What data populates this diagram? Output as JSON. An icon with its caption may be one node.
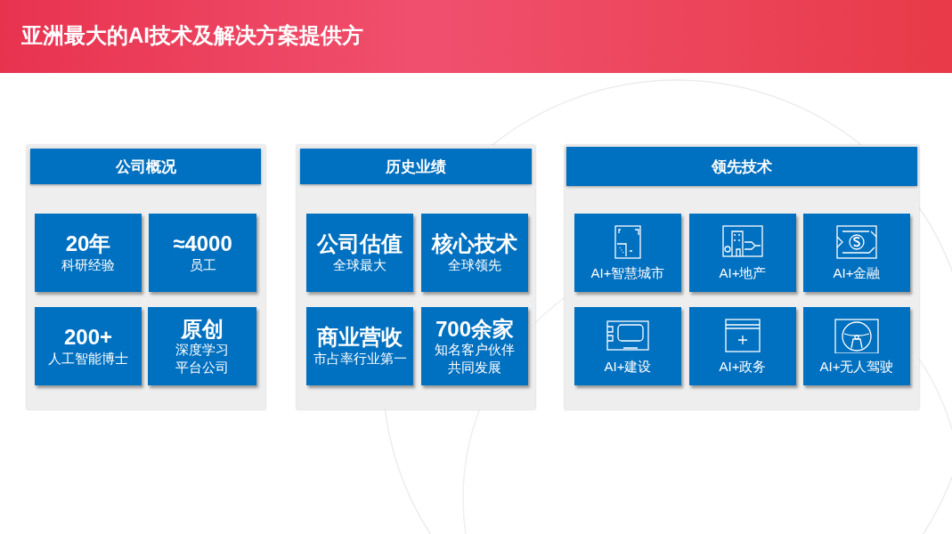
{
  "diagram": {
    "title": "亚洲最大的AI技术及解决方案提供方",
    "nodes": [
      {
        "text": [
          "公司概况"
        ]
      },
      {
        "text": [
          "20年",
          "科研经验"
        ],
        "in": 0
      },
      {
        "text": [
          "≈4000",
          "员工"
        ],
        "in": 0
      },
      {
        "text": [
          "200+",
          "人工智能博士"
        ],
        "in": 0
      },
      {
        "text": [
          "原创",
          "深度学习平台公司"
        ],
        "in": 0
      },
      {
        "text": [
          "历史业绩"
        ]
      },
      {
        "text": [
          "公司估值",
          "全球最大"
        ],
        "in": 5
      },
      {
        "text": [
          "核心技术",
          "全球领先"
        ],
        "in": 5
      },
      {
        "text": [
          "商业营收",
          "市占率行业第一"
        ],
        "in": 5
      },
      {
        "text": [
          "700余家",
          "知名客户伙伴共同发展"
        ],
        "in": 5
      },
      {
        "text": [
          "领先技术"
        ]
      },
      {
        "text": [
          "AI+智慧城市"
        ],
        "in": 10
      },
      {
        "text": [
          "AI+地产"
        ],
        "in": 10
      },
      {
        "text": [
          "AI+金融"
        ],
        "in": 10
      },
      {
        "text": [
          "AI+建设"
        ],
        "in": 10
      },
      {
        "text": [
          "AI+政务"
        ],
        "in": 10
      },
      {
        "text": [
          "AI+无人驾驶"
        ],
        "in": 10
      }
    ],
    "edges": []
  }
}
